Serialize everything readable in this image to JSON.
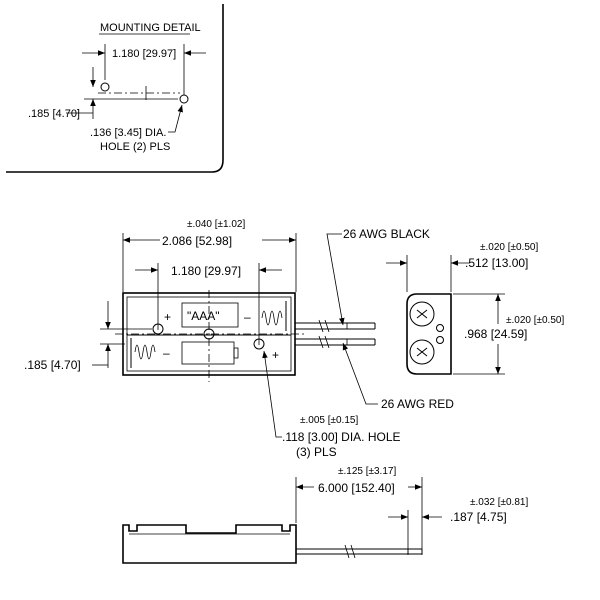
{
  "mounting_detail": {
    "title": "MOUNTING DETAIL",
    "spacing": "1.180 [29.97]",
    "offset": ".185 [4.70]",
    "hole_line1": ".136 [3.45] DIA.",
    "hole_line2": "HOLE (2) PLS"
  },
  "front_view": {
    "length_tol": "±.040 [±1.02]",
    "length": "2.086 [52.98]",
    "hole_spacing": "1.180 [29.97]",
    "hole_offset": ".185 [4.70]",
    "cell_label": "\"AAA\"",
    "plus": "+",
    "minus": "–",
    "hole_tol": "±.005 [±0.15]",
    "hole_line1": ".118 [3.00] DIA. HOLE",
    "hole_line2": "(3) PLS"
  },
  "wires": {
    "black": "26 AWG BLACK",
    "red": "26 AWG RED"
  },
  "end_view": {
    "width_tol": "±.020 [±0.50]",
    "width": ".512 [13.00]",
    "height_tol": "±.020 [±0.50]",
    "height": ".968 [24.59]"
  },
  "side_view": {
    "lead_tol": "±.125 [±3.17]",
    "lead_length": "6.000 [152.40]",
    "strip_tol": "±.032 [±0.81]",
    "strip_length": ".187 [4.75]"
  }
}
